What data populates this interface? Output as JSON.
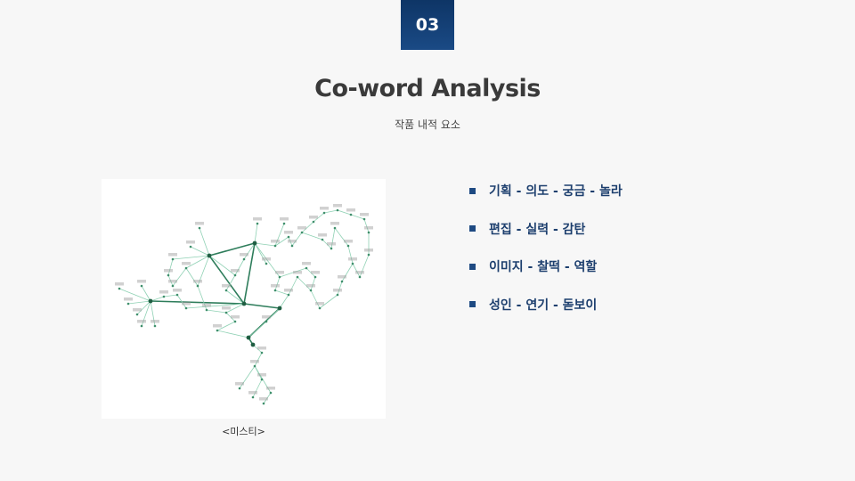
{
  "section_number": "03",
  "title": "Co-word Analysis",
  "subtitle": "작품 내적 요소",
  "figure": {
    "caption": "<미스티>"
  },
  "bullets": [
    "기획 - 의도 - 궁금 - 놀라",
    "편집 - 실력 - 감탄",
    "이미지 - 찰떡 - 역할",
    "성인 - 연기 - 돋보이"
  ]
}
